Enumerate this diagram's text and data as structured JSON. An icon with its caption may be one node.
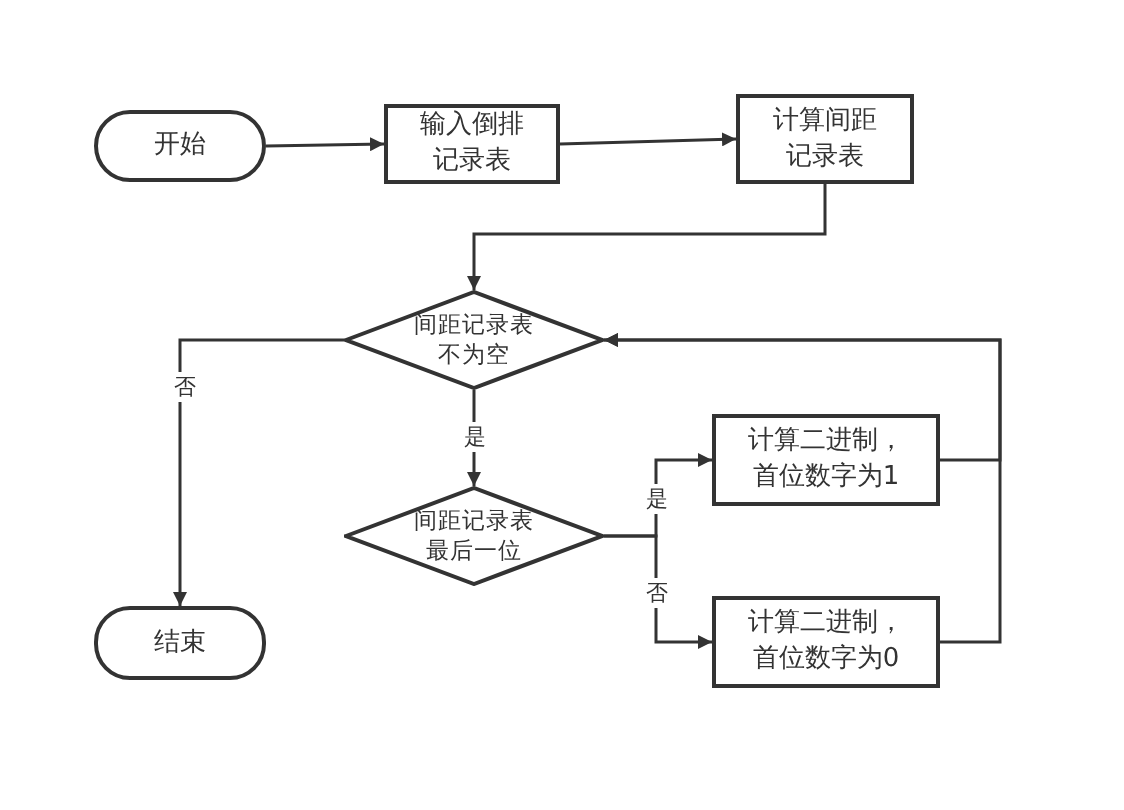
{
  "diagram": {
    "nodes": [
      {
        "text": [
          "开始"
        ]
      },
      {
        "text": [
          "输入倒排记录表"
        ]
      },
      {
        "text": [
          "计算间距记录表"
        ]
      },
      {
        "text": [
          "间距记录表不为空"
        ]
      },
      {
        "text": [
          "间距记录表最后一位"
        ]
      },
      {
        "text": [
          "计算二进制，首位数字为1"
        ]
      },
      {
        "text": [
          "计算二进制，首位数字为0"
        ]
      },
      {
        "text": [
          "结束"
        ]
      }
    ],
    "edges": [
      {
        "from": 0,
        "to": 1,
        "arrow": "to"
      },
      {
        "from": 1,
        "to": 2,
        "arrow": "to"
      },
      {
        "from": 2,
        "to": 3,
        "arrow": "to"
      },
      {
        "from": 3,
        "to": 7,
        "arrow": "to",
        "label": "否"
      },
      {
        "from": 3,
        "to": 4,
        "arrow": "to",
        "label": "是"
      },
      {
        "from": 4,
        "to": 5,
        "arrow": "to",
        "label": "是"
      },
      {
        "from": 4,
        "to": 6,
        "arrow": "to",
        "label": "否"
      },
      {
        "from": 5,
        "to": 3,
        "arrow": "to"
      },
      {
        "from": 6,
        "to": 3,
        "arrow": "to"
      }
    ]
  }
}
